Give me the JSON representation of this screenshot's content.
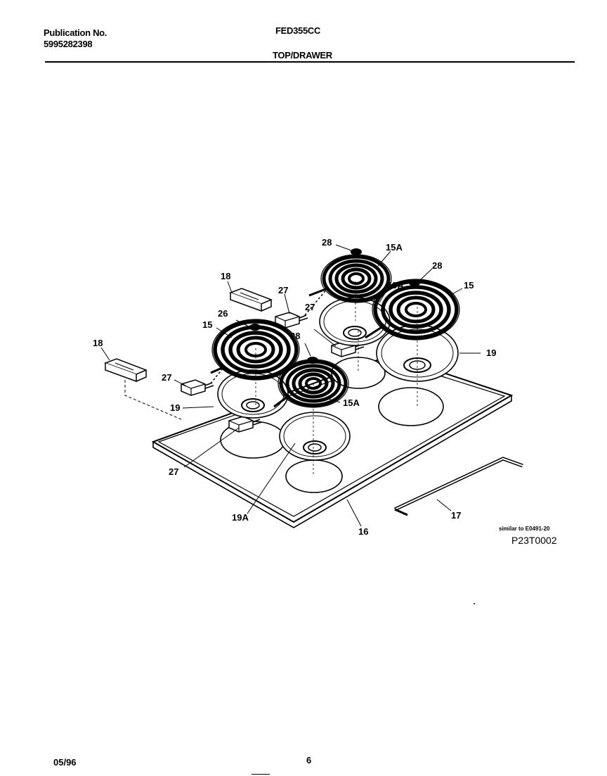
{
  "header": {
    "publication_label": "Publication No.",
    "publication_number": "5995282398",
    "model": "FED355CC",
    "section": "TOP/DRAWER"
  },
  "diagram": {
    "callouts": {
      "c28_top": "28",
      "c15A_top": "15A",
      "c28_right": "28",
      "c18_mid": "18",
      "c27_mid": "27",
      "c19A_top": "19A",
      "c15_right": "15",
      "c26": "26",
      "c15_left": "15",
      "c27_center": "27",
      "c28_center": "28",
      "c19_right": "19",
      "c18_left": "18",
      "c27_left": "27",
      "c19_left": "19",
      "c15A_front": "15A",
      "c27_bottom": "27",
      "c19A_bottom": "19A",
      "c16": "16",
      "c17": "17"
    },
    "similar_note": "similar to E0491-20",
    "figure_code": "P23T0002"
  },
  "footer": {
    "date": "05/96",
    "page": "6"
  }
}
